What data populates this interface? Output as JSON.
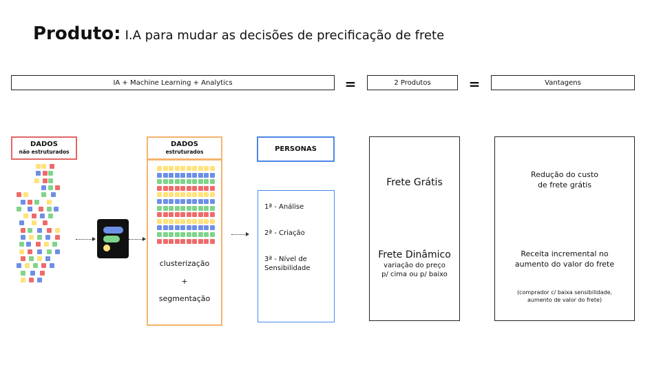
{
  "title": {
    "bold": "Produto:",
    "subtitle": "I.A para mudar as decisões de precificação de frete"
  },
  "top_row": {
    "box1": "IA + Machine Learning + Analytics",
    "eq1": "=",
    "box2": "2 Produtos",
    "eq2": "=",
    "box3": "Vantagens"
  },
  "dados_nao": {
    "line1": "DADOS",
    "line2": "não estruturados"
  },
  "dados_est": {
    "line1": "DADOS",
    "line2": "estruturados"
  },
  "process": {
    "step1": "clusterização",
    "plus": "+",
    "step2": "segmentação"
  },
  "personas": {
    "label": "PERSONAS",
    "items": [
      "1ª - Análise",
      "2ª - Criação",
      "3ª - Nível de",
      "Sensibilidade"
    ]
  },
  "produtos": {
    "frete_gratis": "Frete Grátis",
    "frete_dinamico": "Frete Dinâmico",
    "dinamico_desc1": "variação do preço",
    "dinamico_desc2": "p/ cima ou p/ baixo"
  },
  "vantagens": {
    "v1_line1": "Redução do custo",
    "v1_line2": "de frete grátis",
    "v2_line1": "Receita incremental no",
    "v2_line2": "aumento do valor do frete",
    "v3_line1": "(comprador c/ baixa sensibilidade,",
    "v3_line2": "aumento de valor do frete)"
  },
  "colors": {
    "red": "#e06666",
    "orange": "#f6b26b",
    "blue": "#4a86e8",
    "dark": "#111111",
    "sq_yellow": "#ffe27a",
    "sq_red": "#ef6a6a",
    "sq_blue": "#6d8fe6",
    "sq_green": "#7fd48a"
  },
  "icons": {
    "logo": "analytics-app-logo-icon"
  }
}
